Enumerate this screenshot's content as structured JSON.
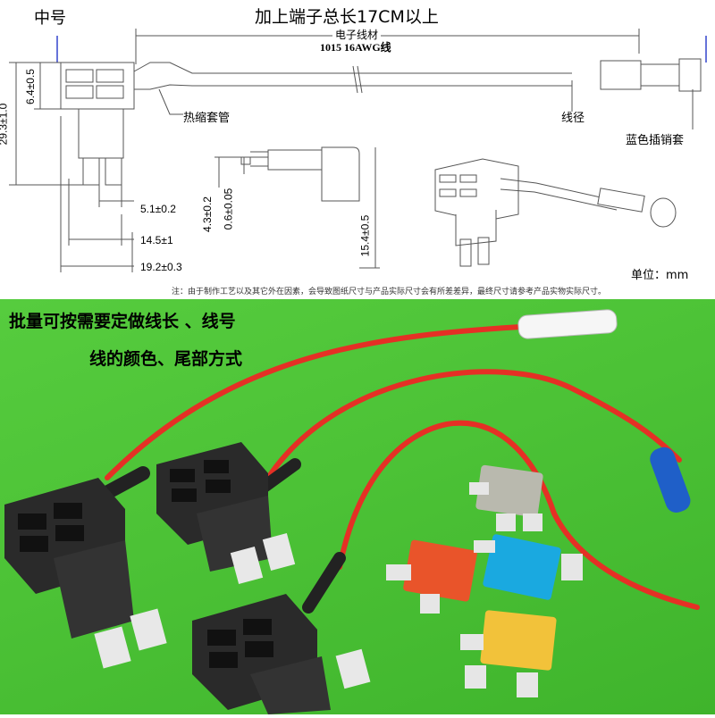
{
  "header": {
    "size_label": "中号",
    "total_length": "加上端子总长17CM以上"
  },
  "wire": {
    "label": "电子线材",
    "spec": "1015 16AWG线"
  },
  "callouts": {
    "heat_shrink": "热缩套管",
    "wire_gauge": "线径",
    "blue_pin_sleeve": "蓝色插销套"
  },
  "dimensions": {
    "height_total": "29.3±1.0",
    "height_top": "6.4±0.5",
    "blade_gap": "5.1±0.2",
    "blade_span": "14.5±1",
    "body_width": "19.2±0.3",
    "side_depth": "4.3±0.2",
    "blade_thickness": "0.6±0.05",
    "side_height": "15.4±0.5"
  },
  "unit_label": "单位：mm",
  "note": "注：由于制作工艺以及其它外在因素，会导致图纸尺寸与产品实际尺寸会有所差差异，最终尺寸请参考产品实物实际尺寸。",
  "promo": {
    "line1": "批量可按需要定做线长 、线号",
    "line2": "线的颜色、尾部方式"
  },
  "colors": {
    "background_green": "#4cc236",
    "wire_red": "#e53025",
    "holder_black": "#2a2a2a",
    "sleeve_blue": "#1f5fc8"
  }
}
